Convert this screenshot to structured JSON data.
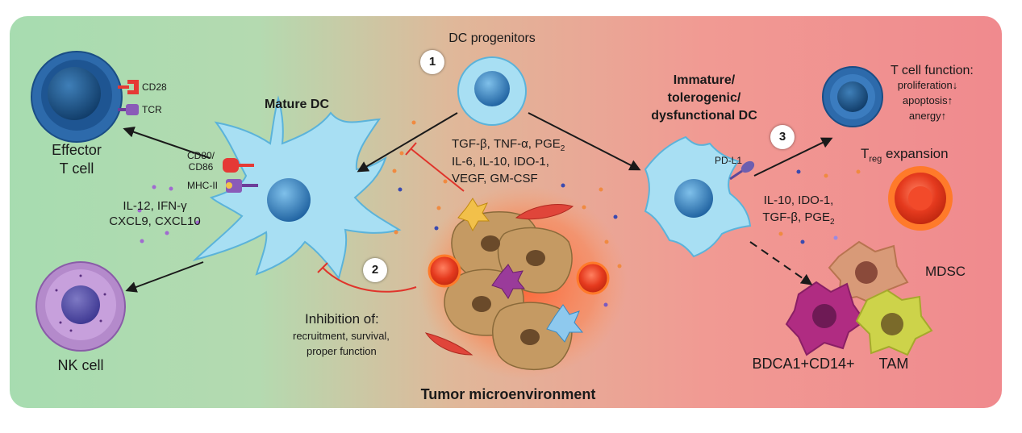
{
  "labels": {
    "dc_progenitors": "DC progenitors",
    "mature_dc": "Mature DC",
    "effector_line1": "Effector",
    "effector_line2": "T cell",
    "cd28": "CD28",
    "tcr": "TCR",
    "cd80": "CD80/",
    "cd86": "CD86",
    "mhc_ii": "MHC-II",
    "il12": "IL-12, IFN-γ",
    "cxcl": "CXCL9, CXCL10",
    "nk_cell": "NK cell",
    "tgf_line1": "TGF-β, TNF-α, PGE",
    "tgf_line1_sub": "2",
    "tgf_line2": "IL-6, IL-10, IDO-1,",
    "tgf_line3": "VEGF, GM-CSF",
    "inhibition_title": "Inhibition of:",
    "inhibition_line1": "recruitment, survival,",
    "inhibition_line2": "proper function",
    "tumor": "Tumor microenvironment",
    "immature_line1": "Immature/",
    "immature_line2": "tolerogenic/",
    "immature_line3": "dysfunctional DC",
    "pdl1": "PD-L1",
    "tcell_function_title": "T cell function:",
    "tcell_function_line1": "proliferation↓",
    "tcell_function_line2": "apoptosis↑",
    "tcell_function_line3": "anergy↑",
    "treg_prefix": "T",
    "treg_sub": "reg",
    "treg_suffix": " expansion",
    "il10_line1": "IL-10, IDO-1,",
    "il10_line2": "TGF-β, PGE",
    "il10_line2_sub": "2",
    "mdsc": "MDSC",
    "bdca": "BDCA1+CD14+",
    "tam": "TAM"
  },
  "steps": [
    "1",
    "2",
    "3"
  ],
  "colors": {
    "green": "#a7dcb0",
    "red": "#f08a8e",
    "dc_blue": "#a8dff3",
    "nucleus_blue": "#3a84c4",
    "inhibit_red": "#e0342b",
    "tumor_cell": "#c59a63"
  }
}
